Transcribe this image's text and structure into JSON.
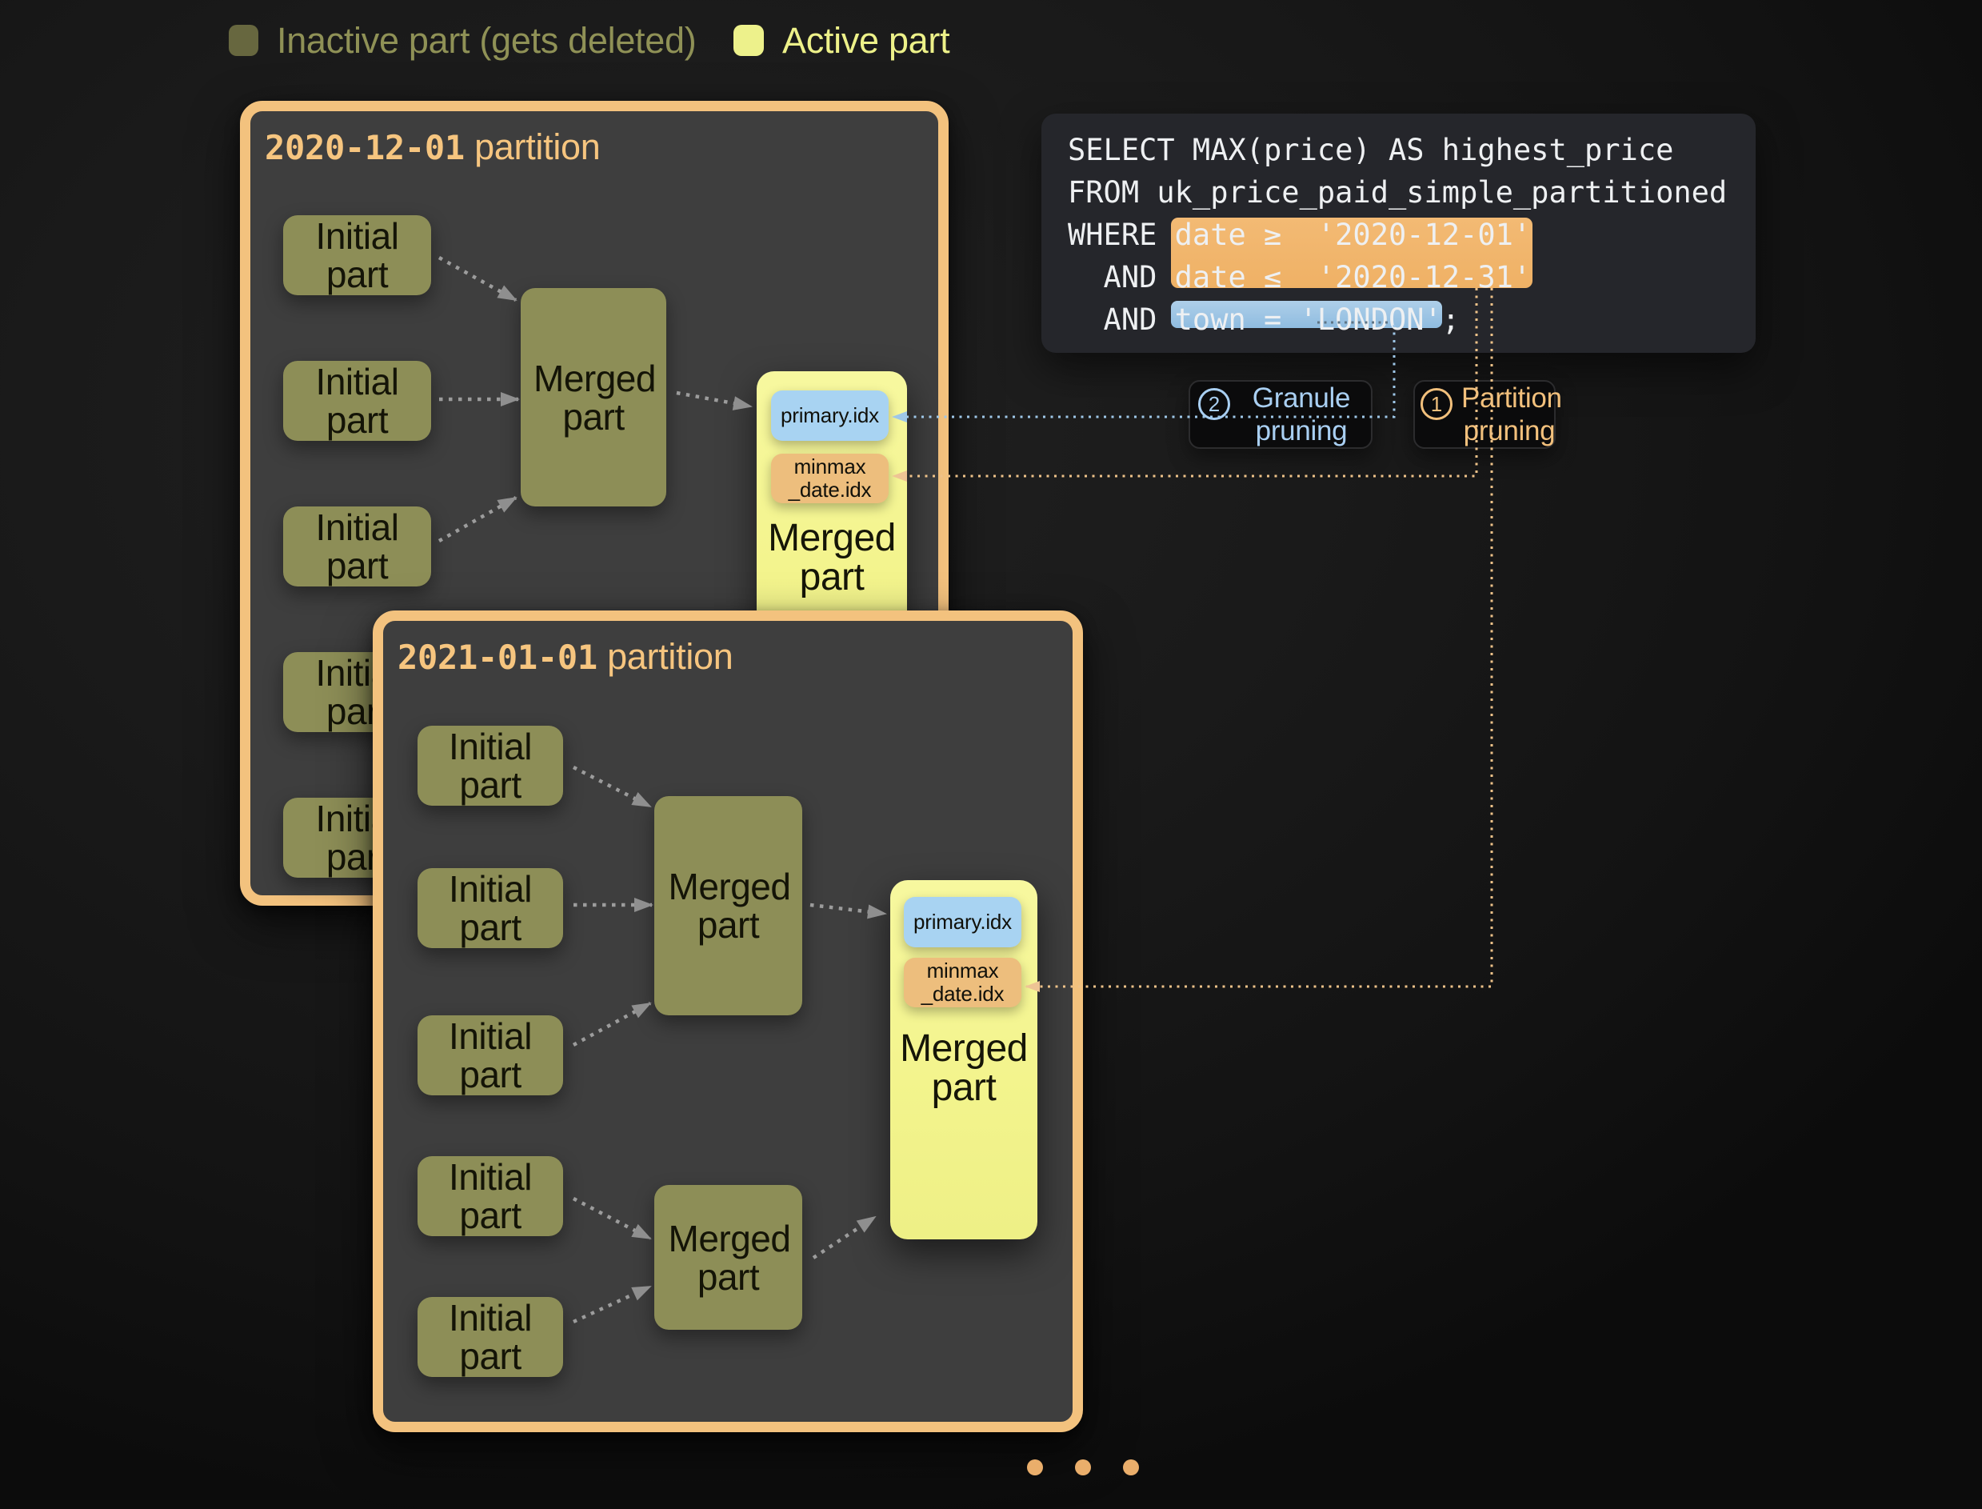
{
  "colors": {
    "background": "#141414",
    "panel_fill": "#3e3e3e",
    "panel_border": "#f3c27e",
    "inactive_part_box": "#8d8e57",
    "legend_inactive_swatch": "#67673f",
    "legend_active_swatch": "#edf18b",
    "active_part_box": "#f5f693",
    "chip_primary_idx": "#a8d3f2",
    "chip_minmax_idx": "#edbe7d",
    "sql_panel": "#25262b",
    "sql_text": "#eef0f2",
    "sql_highlight_date": "#f1b56b",
    "sql_highlight_town": "#9cc3e4",
    "granule_accent": "#a9cff2",
    "partition_accent": "#f2c07c",
    "arrow_gray": "#9c9c9c",
    "carousel_dot": "#eaae6b"
  },
  "legend": {
    "inactive": "Inactive part (gets deleted)",
    "active": "Active part"
  },
  "partition1": {
    "date": "2020-12-01",
    "suffix": " partition",
    "initial": "Initial part",
    "merged": "Merged part",
    "files": {
      "primary": "primary.idx",
      "minmax": [
        "minmax",
        "_date.idx"
      ]
    }
  },
  "partition2": {
    "date": "2021-01-01",
    "suffix": " partition",
    "initial": "Initial part",
    "merged": "Merged part",
    "files": {
      "primary": "primary.idx",
      "minmax": [
        "minmax",
        "_date.idx"
      ]
    }
  },
  "sql": {
    "line1": "SELECT MAX(price) AS highest_price",
    "line2": "FROM uk_price_paid_simple_partitioned",
    "line3_prefix": "WHERE ",
    "line3_hl": "date ≥  '2020-12-01'",
    "line4_prefix": "  AND ",
    "line4_hl": "date ≤  '2020-12-31'",
    "line5_prefix": "  AND ",
    "line5_hl": "town = 'LONDON'",
    "line5_suffix": ";"
  },
  "callouts": {
    "granule": {
      "num": "2",
      "label": "Granule pruning"
    },
    "partition": {
      "num": "1",
      "label": "Partition pruning"
    }
  },
  "pagination": {
    "count": 3
  }
}
